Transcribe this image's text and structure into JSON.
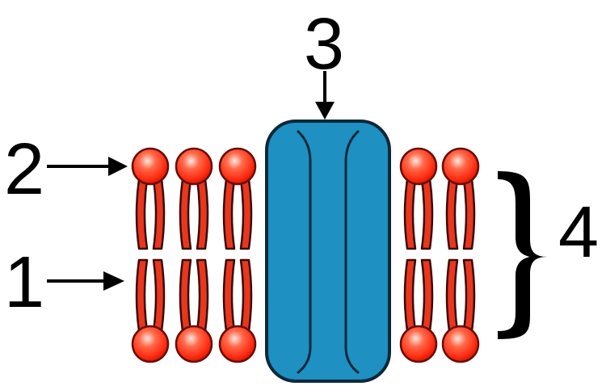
{
  "labels": {
    "tails": "1",
    "heads": "2",
    "protein": "3",
    "bilayer": "4"
  },
  "colors": {
    "head_fill": "#ff3b1f",
    "head_highlight": "#ffe7e0",
    "head_stroke": "#6b0d06",
    "tail_fill": "#e8371e",
    "tail_stroke": "#3a0a05",
    "protein_fill": "#1e90c2",
    "protein_stroke": "#0b2838",
    "ink": "#000000"
  }
}
